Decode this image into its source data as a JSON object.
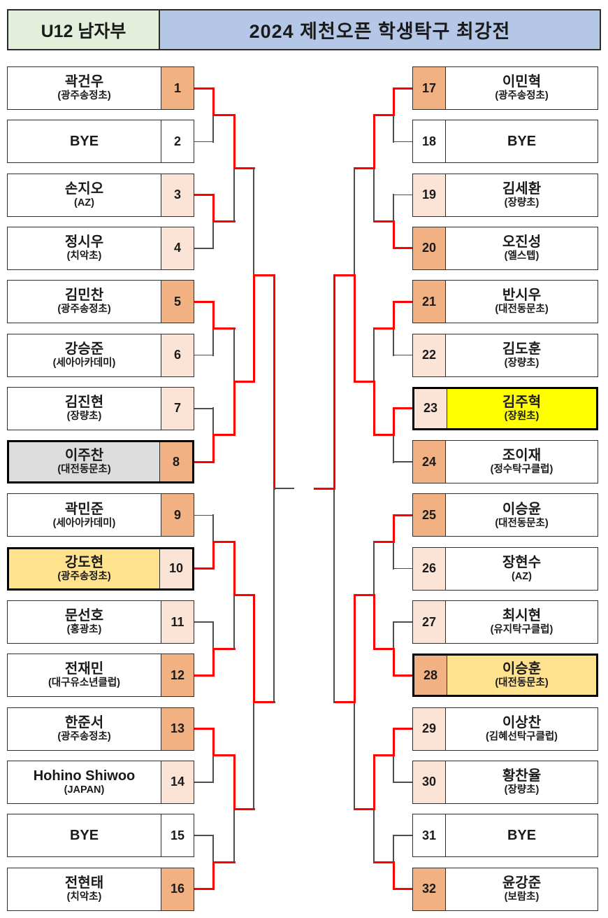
{
  "header": {
    "division": "U12 남자부",
    "title": "2024 제천오픈 학생탁구 최강전"
  },
  "colors": {
    "red_line": "#FF0000",
    "loser_line": "#4d4d4d",
    "dark_orange": "#F1B183",
    "light_pink": "#FBE4D6",
    "white": "#FFFFFF",
    "gold": "#FFE28E",
    "yellow": "#FFFF00",
    "gray": "#DCDCDC",
    "header_green": "#E3EFDA",
    "header_blue": "#B5C7E7"
  },
  "players": [
    {
      "seed": 1,
      "name": "곽건우",
      "club": "(광주송정초)",
      "num_fill": "dark",
      "name_fill": "white",
      "thick": false
    },
    {
      "seed": 2,
      "name": "BYE",
      "club": "",
      "num_fill": "white",
      "name_fill": "white",
      "thick": false
    },
    {
      "seed": 3,
      "name": "손지오",
      "club": "(AZ)",
      "num_fill": "light",
      "name_fill": "white",
      "thick": false
    },
    {
      "seed": 4,
      "name": "정시우",
      "club": "(치악초)",
      "num_fill": "light",
      "name_fill": "white",
      "thick": false
    },
    {
      "seed": 5,
      "name": "김민찬",
      "club": "(광주송정초)",
      "num_fill": "dark",
      "name_fill": "white",
      "thick": false
    },
    {
      "seed": 6,
      "name": "강승준",
      "club": "(세아아카데미)",
      "num_fill": "light",
      "name_fill": "white",
      "thick": false
    },
    {
      "seed": 7,
      "name": "김진현",
      "club": "(장량초)",
      "num_fill": "light",
      "name_fill": "white",
      "thick": false
    },
    {
      "seed": 8,
      "name": "이주찬",
      "club": "(대전동문초)",
      "num_fill": "dark",
      "name_fill": "gray",
      "thick": true
    },
    {
      "seed": 9,
      "name": "곽민준",
      "club": "(세아아카데미)",
      "num_fill": "dark",
      "name_fill": "white",
      "thick": false
    },
    {
      "seed": 10,
      "name": "강도현",
      "club": "(광주송정초)",
      "num_fill": "light",
      "name_fill": "gold",
      "thick": true
    },
    {
      "seed": 11,
      "name": "문선호",
      "club": "(홍광초)",
      "num_fill": "light",
      "name_fill": "white",
      "thick": false
    },
    {
      "seed": 12,
      "name": "전재민",
      "club": "(대구유소년클럽)",
      "num_fill": "dark",
      "name_fill": "white",
      "thick": false
    },
    {
      "seed": 13,
      "name": "한준서",
      "club": "(광주송정초)",
      "num_fill": "dark",
      "name_fill": "white",
      "thick": false
    },
    {
      "seed": 14,
      "name": "Hohino Shiwoo",
      "club": "(JAPAN)",
      "num_fill": "light",
      "name_fill": "white",
      "thick": false
    },
    {
      "seed": 15,
      "name": "BYE",
      "club": "",
      "num_fill": "white",
      "name_fill": "white",
      "thick": false
    },
    {
      "seed": 16,
      "name": "전현태",
      "club": "(치악초)",
      "num_fill": "dark",
      "name_fill": "white",
      "thick": false
    },
    {
      "seed": 17,
      "name": "이민혁",
      "club": "(광주송정초)",
      "num_fill": "dark",
      "name_fill": "white",
      "thick": false
    },
    {
      "seed": 18,
      "name": "BYE",
      "club": "",
      "num_fill": "white",
      "name_fill": "white",
      "thick": false
    },
    {
      "seed": 19,
      "name": "김세환",
      "club": "(장량초)",
      "num_fill": "light",
      "name_fill": "white",
      "thick": false
    },
    {
      "seed": 20,
      "name": "오진성",
      "club": "(엘스텝)",
      "num_fill": "dark",
      "name_fill": "white",
      "thick": false
    },
    {
      "seed": 21,
      "name": "반시우",
      "club": "(대전동문초)",
      "num_fill": "dark",
      "name_fill": "white",
      "thick": false
    },
    {
      "seed": 22,
      "name": "김도훈",
      "club": "(장량초)",
      "num_fill": "light",
      "name_fill": "white",
      "thick": false
    },
    {
      "seed": 23,
      "name": "김주혁",
      "club": "(장원초)",
      "num_fill": "light",
      "name_fill": "yellow",
      "thick": true
    },
    {
      "seed": 24,
      "name": "조이재",
      "club": "(정수탁구클럽)",
      "num_fill": "dark",
      "name_fill": "white",
      "thick": false
    },
    {
      "seed": 25,
      "name": "이승윤",
      "club": "(대전동문초)",
      "num_fill": "dark",
      "name_fill": "white",
      "thick": false
    },
    {
      "seed": 26,
      "name": "장현수",
      "club": "(AZ)",
      "num_fill": "light",
      "name_fill": "white",
      "thick": false
    },
    {
      "seed": 27,
      "name": "최시현",
      "club": "(유지탁구클럽)",
      "num_fill": "light",
      "name_fill": "white",
      "thick": false
    },
    {
      "seed": 28,
      "name": "이승훈",
      "club": "(대전동문초)",
      "num_fill": "dark",
      "name_fill": "gold",
      "thick": true
    },
    {
      "seed": 29,
      "name": "이상찬",
      "club": "(김혜선탁구클럽)",
      "num_fill": "light",
      "name_fill": "white",
      "thick": false
    },
    {
      "seed": 30,
      "name": "황찬율",
      "club": "(장량초)",
      "num_fill": "light",
      "name_fill": "white",
      "thick": false
    },
    {
      "seed": 31,
      "name": "BYE",
      "club": "",
      "num_fill": "white",
      "name_fill": "white",
      "thick": false
    },
    {
      "seed": 32,
      "name": "윤강준",
      "club": "(보람초)",
      "num_fill": "dark",
      "name_fill": "white",
      "thick": false
    }
  ],
  "results": {
    "r1_winners": [
      1,
      3,
      5,
      8,
      10,
      12,
      13,
      16,
      17,
      20,
      21,
      23,
      25,
      28,
      29,
      32
    ],
    "r2_winners": [
      1,
      8,
      10,
      13,
      17,
      23,
      28,
      29
    ],
    "qf_winners": [
      8,
      10,
      23,
      28
    ],
    "sf_winners": [
      8,
      23
    ],
    "champion": 23
  }
}
